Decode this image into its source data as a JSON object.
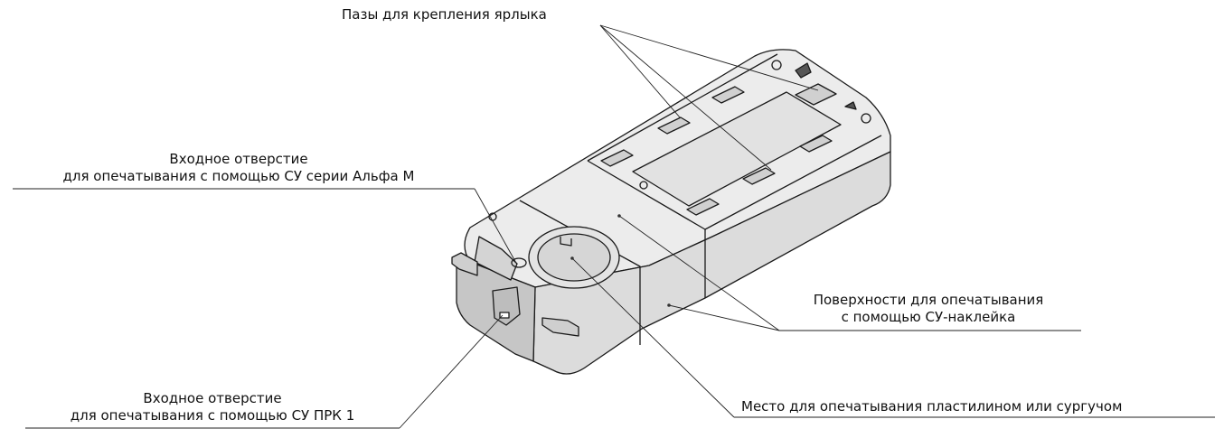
{
  "labels": {
    "label_slots": "Пазы для крепления ярлыка",
    "inlet_alpha_line1": "Входное отверстие",
    "inlet_alpha_line2": "для опечатывания с помощью СУ серии  Альфа М",
    "surfaces_line1": "Поверхности для опечатывания",
    "surfaces_line2": "с помощью СУ-наклейка",
    "plasticine_place": "Место для опечатывания пластилином или сургучом",
    "inlet_prk_line1": "Входное отверстие",
    "inlet_prk_line2": "для опечатывания с помощью СУ  ПРК 1"
  },
  "colors": {
    "outline": "#1a1a1a",
    "body_light": "#ececec",
    "body_mid": "#dcdcdc",
    "body_dark": "#c6c6c6"
  }
}
